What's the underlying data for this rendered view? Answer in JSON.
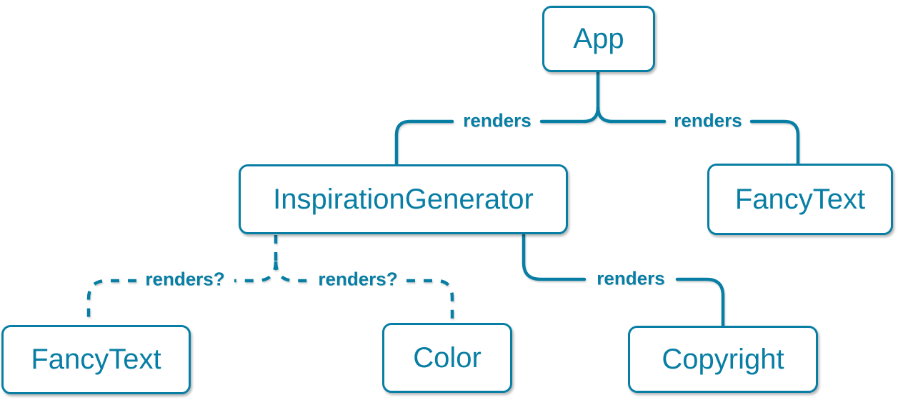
{
  "diagram": {
    "kind": "component-render-tree",
    "colors": {
      "accent": "#087EA4",
      "node_fill": "#FFFFFF",
      "background": "#FFFFFF"
    },
    "nodes": [
      {
        "id": "app",
        "label": "App"
      },
      {
        "id": "inspiration-generator",
        "label": "InspirationGenerator"
      },
      {
        "id": "fancy-text-top",
        "label": "FancyText"
      },
      {
        "id": "fancy-text-bottom",
        "label": "FancyText"
      },
      {
        "id": "color",
        "label": "Color"
      },
      {
        "id": "copyright",
        "label": "Copyright"
      }
    ],
    "edges": [
      {
        "from": "App",
        "to": "InspirationGenerator",
        "label": "renders",
        "style": "solid"
      },
      {
        "from": "App",
        "to": "FancyText",
        "label": "renders",
        "style": "solid"
      },
      {
        "from": "InspirationGenerator",
        "to": "FancyText",
        "label": "renders?",
        "style": "dashed"
      },
      {
        "from": "InspirationGenerator",
        "to": "Color",
        "label": "renders?",
        "style": "dashed"
      },
      {
        "from": "InspirationGenerator",
        "to": "Copyright",
        "label": "renders",
        "style": "solid"
      }
    ]
  }
}
